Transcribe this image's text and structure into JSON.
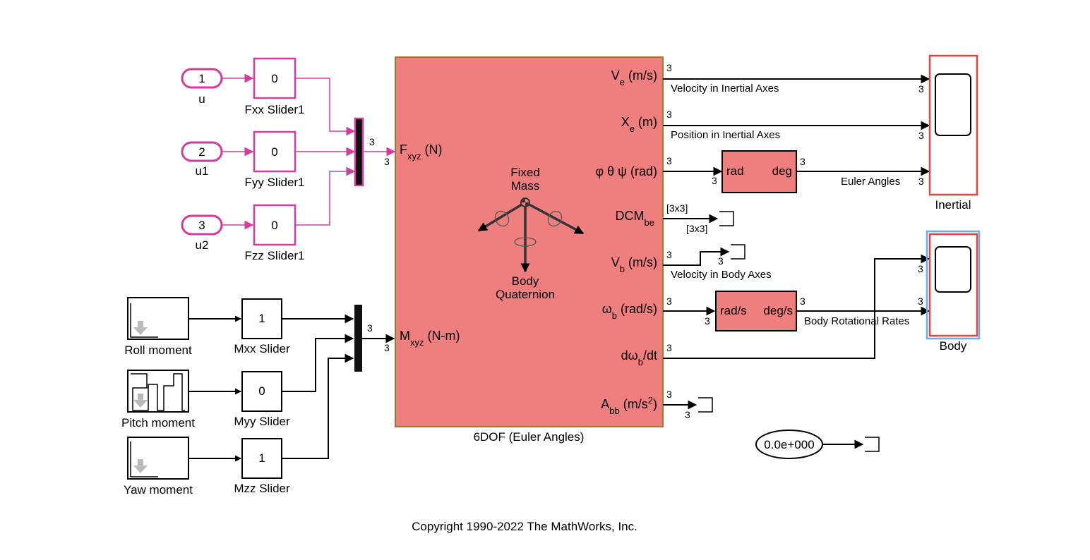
{
  "inports": {
    "u": {
      "value": "1",
      "label": "u"
    },
    "u1": {
      "value": "2",
      "label": "u1"
    },
    "u2": {
      "value": "3",
      "label": "u2"
    }
  },
  "force_sliders": {
    "fxx": {
      "value": "0",
      "label": "Fxx Slider1"
    },
    "fyy": {
      "value": "0",
      "label": "Fyy Slider1"
    },
    "fzz": {
      "value": "0",
      "label": "Fzz Slider1"
    }
  },
  "moment_sources": {
    "roll": {
      "label": "Roll moment"
    },
    "pitch": {
      "label": "Pitch moment"
    },
    "yaw": {
      "label": "Yaw moment"
    }
  },
  "moment_sliders": {
    "mxx": {
      "value": "1",
      "label": "Mxx Slider"
    },
    "myy": {
      "value": "0",
      "label": "Myy Slider"
    },
    "mzz": {
      "value": "1",
      "label": "Mzz Slider"
    }
  },
  "dof_block": {
    "name": "6DOF (Euler Angles)",
    "color": "#ef7f7f",
    "center_top": [
      "Fixed",
      "Mass"
    ],
    "center_bottom": [
      "Body",
      "Quaternion"
    ],
    "in_ports": {
      "force": {
        "main": "F",
        "sub": "xyz",
        "unit": " (N)"
      },
      "moment": {
        "main": "M",
        "sub": "xyz",
        "unit": " (N-m)"
      }
    },
    "out_ports": {
      "ve": {
        "main": "V",
        "sub": "e",
        "unit": " (m/s)"
      },
      "xe": {
        "main": "X",
        "sub": "e",
        "unit": " (m)"
      },
      "euler": {
        "main": "φ θ ψ (rad)"
      },
      "dcm": {
        "main": "DCM",
        "sub": "be"
      },
      "vb": {
        "main": "V",
        "sub": "b",
        "unit": " (m/s)"
      },
      "wb": {
        "main": "ω",
        "sub": "b",
        "unit": " (rad/s)"
      },
      "dwb": {
        "main": "dω",
        "sub": "b",
        "unit": "/dt"
      },
      "abb": {
        "main": "A",
        "sub": "bb",
        "unit": " (m/s",
        "sup": "2",
        "tail": ")"
      }
    }
  },
  "signals": {
    "ve": "Velocity in Inertial Axes",
    "xe": "Position in Inertial Axes",
    "euler": "Euler Angles",
    "vb": "Velocity in Body Axes",
    "wb": "Body Rotational Rates"
  },
  "dims": {
    "three": "3",
    "matrix": "[3x3]"
  },
  "converters": {
    "rad2deg": {
      "in": "rad",
      "out": "deg"
    },
    "rads2degs": {
      "in": "rad/s",
      "out": "deg/s"
    }
  },
  "scopes": {
    "inertial": {
      "label": "Inertial"
    },
    "body": {
      "label": "Body"
    }
  },
  "clock_display": "0.0e+000",
  "copyright": "Copyright 1990-2022 The MathWorks, Inc.",
  "colors": {
    "magenta": "#d63b9a",
    "block_fill": "#ef7f7f",
    "block_border": "#a0782a",
    "scope_border": "#e0453f",
    "selection": "#6aaee6"
  }
}
